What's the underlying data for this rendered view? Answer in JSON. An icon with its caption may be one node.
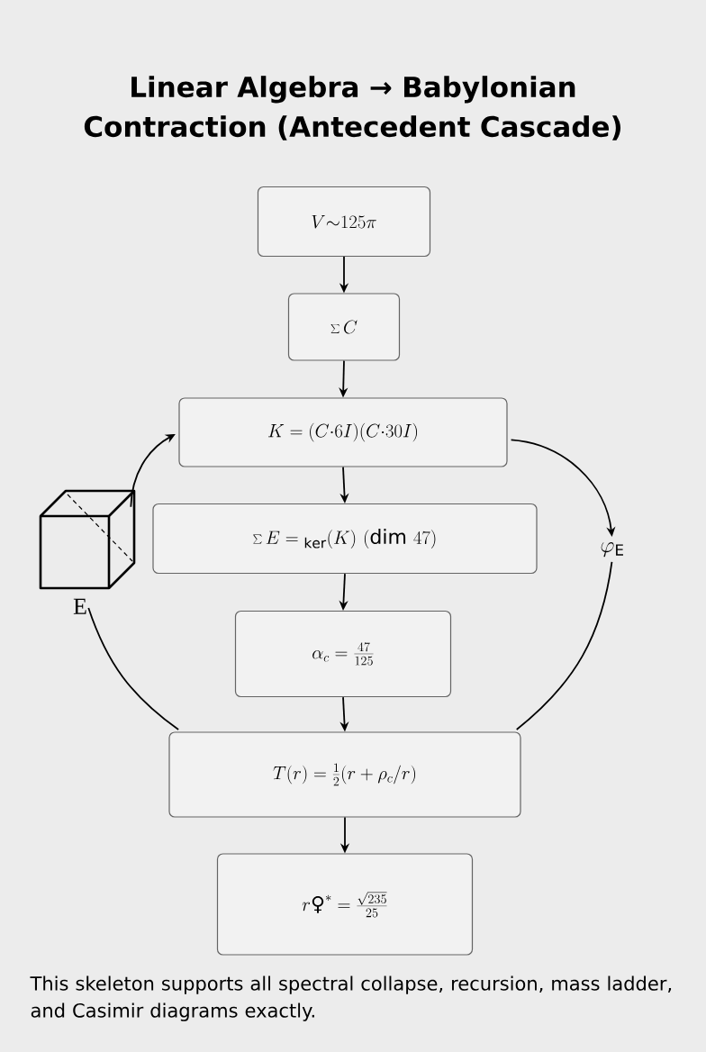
{
  "diagram": {
    "title": "Linear Algebra → Babylonian Contraction (Antecedent Cascade)",
    "caption": "This skeleton supports all spectral collapse, recursion, mass ladder, and Casimir diagrams exactly.",
    "nodes": [
      {
        "text": [
          "V{\\sim}125\\pi"
        ]
      },
      {
        "text": [
          "\\sum C"
        ]
      },
      {
        "text": [
          "K = (C{\\cdot}6I)(C{\\cdot}30I)"
        ]
      },
      {
        "text": [
          "\\sum E = {}_{\\mathrm{ker}}(K)\\ (\\mathrm{dim}\\ 47)"
        ]
      },
      {
        "text": [
          "\\alpha_c = \\frac{47}{125}"
        ]
      },
      {
        "text": [
          "T(r) = \\frac{1}{2}(r + \\rho_c/r)"
        ]
      },
      {
        "text": [
          "r\\mbox{♀}^{*} = \\frac{\\sqrt{235}}{25}"
        ]
      },
      {
        "text": [],
        "shape": "picture",
        "beside": [
          "E"
        ]
      },
      {
        "text": [
          "\\varphi_{\\mathrm{E}}"
        ]
      }
    ],
    "edges": [
      {
        "from": 0,
        "to": 1,
        "arrow": "to"
      },
      {
        "from": 1,
        "to": 2,
        "arrow": "to"
      },
      {
        "from": 2,
        "to": 3,
        "arrow": "to"
      },
      {
        "from": 3,
        "to": 4,
        "arrow": "to"
      },
      {
        "from": 4,
        "to": 5,
        "arrow": "to"
      },
      {
        "from": 5,
        "to": 6,
        "arrow": "to"
      },
      {
        "from": 2,
        "to": 8,
        "arrow": "to"
      },
      {
        "from": 8,
        "to": 5,
        "arrow": "none"
      },
      {
        "from": 5,
        "to": 7,
        "arrow": "none"
      },
      {
        "from": 7,
        "to": 2,
        "arrow": "to"
      }
    ]
  }
}
